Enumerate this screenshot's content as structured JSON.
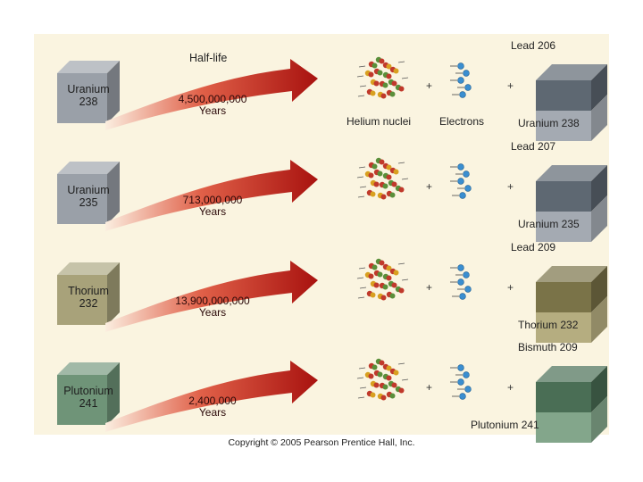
{
  "header": {
    "half_life_label": "Half-life"
  },
  "product_labels": {
    "helium": "Helium nuclei",
    "electrons": "Electrons"
  },
  "plus_sign": "+",
  "rows": [
    {
      "parent": "Uranium",
      "mass": "238",
      "halflife": "4,500,000,000",
      "unit": "Years",
      "product_top": "Lead 206",
      "product_bottom": "Uranium 238",
      "colors": {
        "parent": "#9aa0a8",
        "product_top": "#5e6872",
        "product_bottom": "#a4aab2"
      }
    },
    {
      "parent": "Uranium",
      "mass": "235",
      "halflife": "713,000,000",
      "unit": "Years",
      "product_top": "Lead 207",
      "product_bottom": "Uranium 235",
      "colors": {
        "parent": "#9aa0a8",
        "product_top": "#5e6872",
        "product_bottom": "#a4aab2"
      }
    },
    {
      "parent": "Thorium",
      "mass": "232",
      "halflife": "13,900,000,000",
      "unit": "Years",
      "product_top": "Lead 209",
      "product_bottom": "Thorium 232",
      "colors": {
        "parent": "#a8a27a",
        "product_top": "#7a7348",
        "product_bottom": "#b5ad80"
      }
    },
    {
      "parent": "Plutonium",
      "mass": "241",
      "halflife": "2,400,000",
      "unit": "Years",
      "product_top": "Bismuth 209",
      "product_bottom": "Plutonium 241",
      "colors": {
        "parent": "#6f9478",
        "product_top": "#4a6e55",
        "product_bottom": "#83a68b"
      }
    }
  ],
  "footer": {
    "copyright": "Copyright © 2005 Pearson Prentice Hall, Inc."
  }
}
